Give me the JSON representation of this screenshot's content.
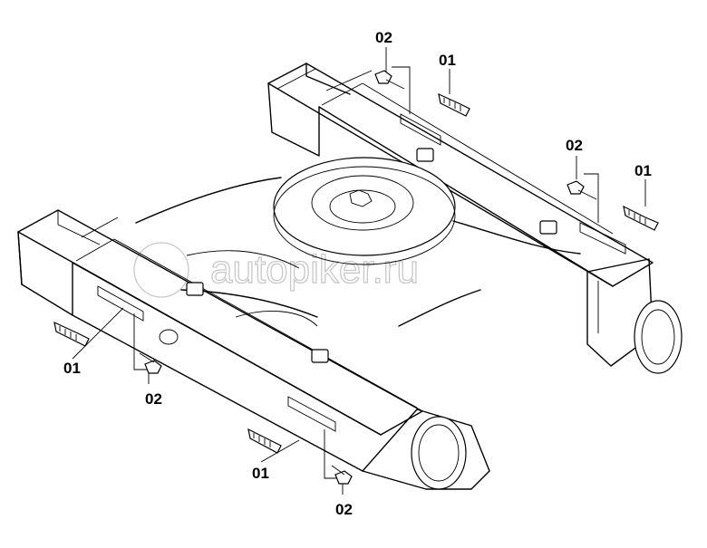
{
  "callouts": {
    "c1": "02",
    "c2": "01",
    "c3": "02",
    "c4": "01",
    "c5": "01",
    "c6": "02",
    "c7": "01",
    "c8": "02"
  },
  "watermark": {
    "text": "autopiker.ru"
  }
}
